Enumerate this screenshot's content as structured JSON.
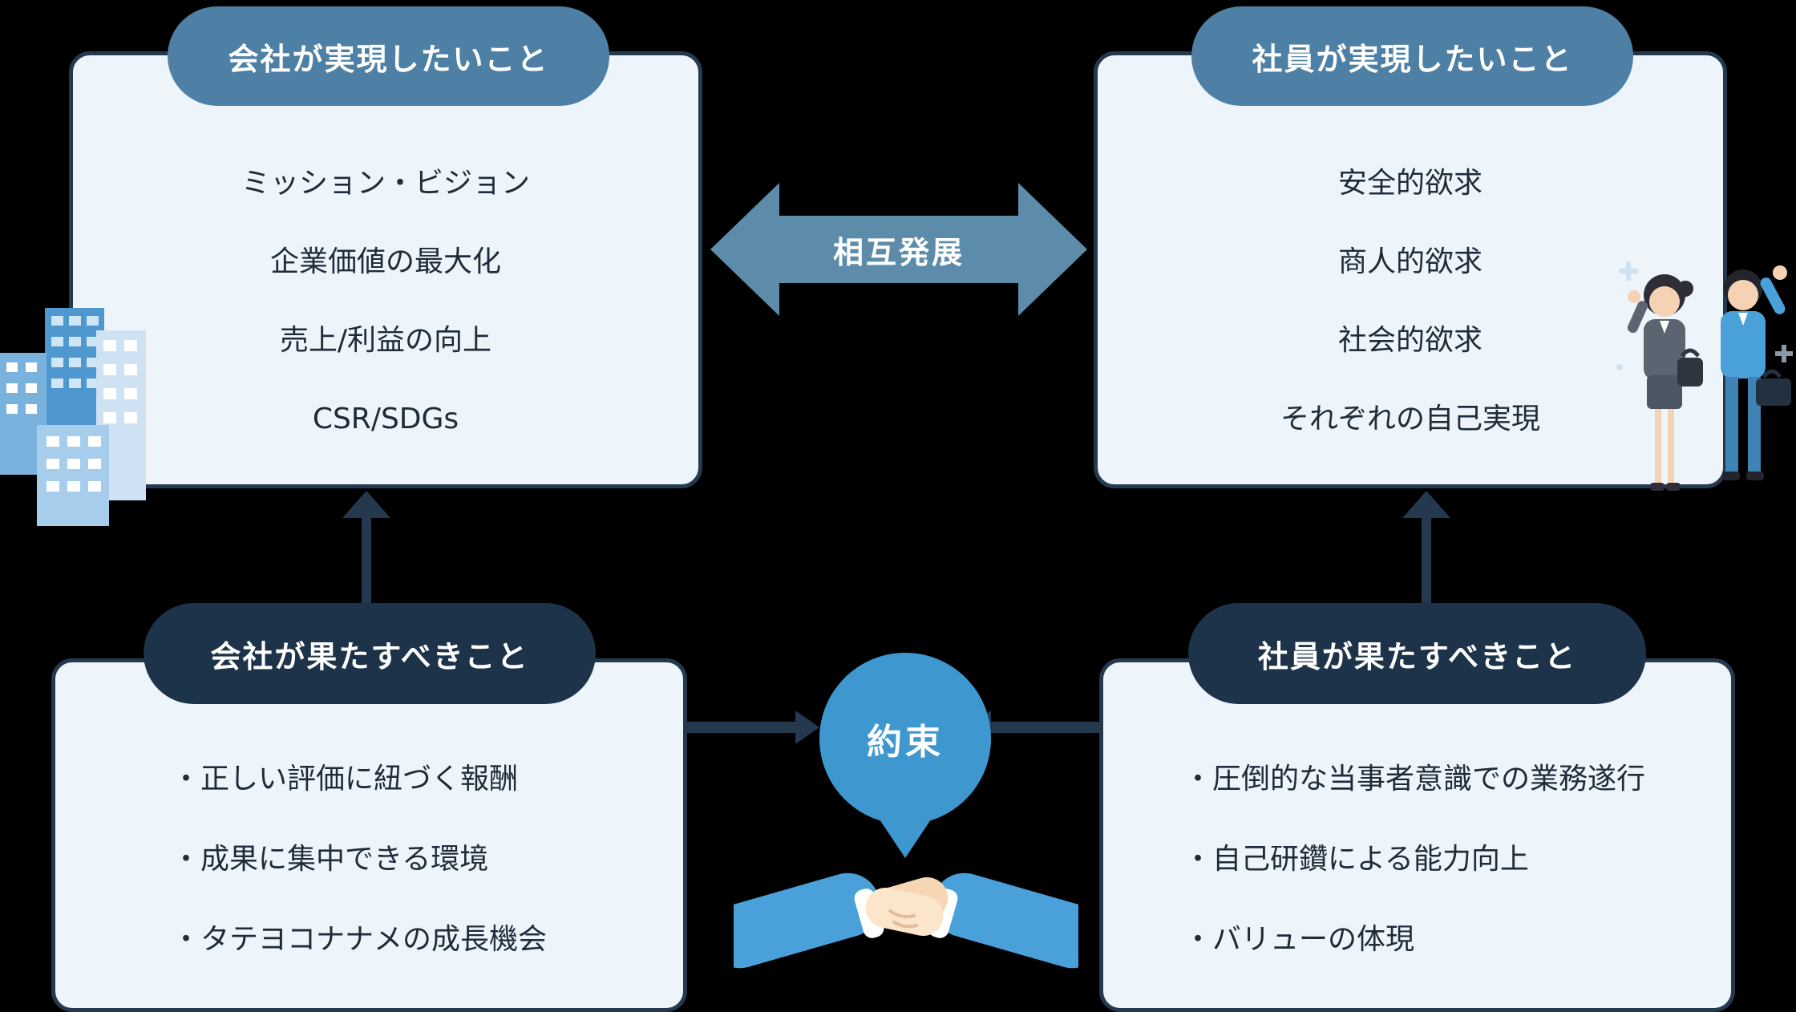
{
  "colors": {
    "background": "#000000",
    "box_fill": "#edf5fb",
    "box_border": "#24384e",
    "pill_top": "#4d80a4",
    "pill_bottom": "#1d3349",
    "arrow": "#5d8cab",
    "promise": "#3f97cf",
    "connector": "#24384e",
    "text_dark": "#1e2b38",
    "text_white": "#ffffff"
  },
  "boxes": {
    "company_realize": {
      "title": "会社が実現したいこと",
      "items": [
        "ミッション・ビジョン",
        "企業価値の最大化",
        "売上/利益の向上",
        "CSR/SDGs"
      ]
    },
    "employee_realize": {
      "title": "社員が実現したいこと",
      "items": [
        "安全的欲求",
        "商人的欲求",
        "社会的欲求",
        "それぞれの自己実現"
      ]
    },
    "company_fulfill": {
      "title": "会社が果たすべきこと",
      "items": [
        "・正しい評価に紐づく報酬",
        "・成果に集中できる環境",
        "・タテヨコナナメの成長機会"
      ]
    },
    "employee_fulfill": {
      "title": "社員が果たすべきこと",
      "items": [
        "・圧倒的な当事者意識での業務遂行",
        "・自己研鑽による能力向上",
        "・バリューの体現"
      ]
    }
  },
  "labels": {
    "mutual_development": "相互発展",
    "promise": "約束"
  },
  "illustrations": [
    "buildings-icon",
    "businesspeople-icon",
    "handshake-icon"
  ]
}
